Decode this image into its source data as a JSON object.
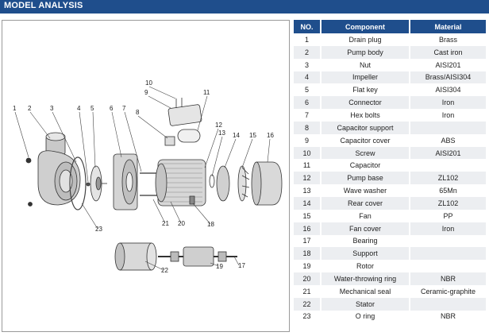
{
  "header": {
    "title": "MODEL ANALYSIS"
  },
  "colors": {
    "header_bg": "#1f4e8c",
    "row_alt": "#eceef1"
  },
  "table": {
    "columns": [
      "NO.",
      "Component",
      "Material"
    ],
    "rows": [
      {
        "no": "1",
        "component": "Drain plug",
        "material": "Brass"
      },
      {
        "no": "2",
        "component": "Pump body",
        "material": "Cast iron"
      },
      {
        "no": "3",
        "component": "Nut",
        "material": "AISI201"
      },
      {
        "no": "4",
        "component": "Impeller",
        "material": "Brass/AISI304"
      },
      {
        "no": "5",
        "component": "Flat key",
        "material": "AISI304"
      },
      {
        "no": "6",
        "component": "Connector",
        "material": "Iron"
      },
      {
        "no": "7",
        "component": "Hex bolts",
        "material": "Iron"
      },
      {
        "no": "8",
        "component": "Capacitor support",
        "material": ""
      },
      {
        "no": "9",
        "component": "Capacitor cover",
        "material": "ABS"
      },
      {
        "no": "10",
        "component": "Screw",
        "material": "AISI201"
      },
      {
        "no": "11",
        "component": "Capacitor",
        "material": ""
      },
      {
        "no": "12",
        "component": "Pump base",
        "material": "ZL102"
      },
      {
        "no": "13",
        "component": "Wave washer",
        "material": "65Mn"
      },
      {
        "no": "14",
        "component": "Rear cover",
        "material": "ZL102"
      },
      {
        "no": "15",
        "component": "Fan",
        "material": "PP"
      },
      {
        "no": "16",
        "component": "Fan cover",
        "material": "Iron"
      },
      {
        "no": "17",
        "component": "Bearing",
        "material": ""
      },
      {
        "no": "18",
        "component": "Support",
        "material": ""
      },
      {
        "no": "19",
        "component": "Rotor",
        "material": ""
      },
      {
        "no": "20",
        "component": "Water-throwing ring",
        "material": "NBR"
      },
      {
        "no": "21",
        "component": "Mechanical seal",
        "material": "Ceramic-graphite"
      },
      {
        "no": "22",
        "component": "Stator",
        "material": ""
      },
      {
        "no": "23",
        "component": "O ring",
        "material": "NBR"
      }
    ]
  },
  "diagram": {
    "callouts": [
      "1",
      "2",
      "3",
      "4",
      "5",
      "6",
      "7",
      "8",
      "9",
      "10",
      "11",
      "12",
      "13",
      "14",
      "15",
      "16",
      "17",
      "18",
      "19",
      "20",
      "21",
      "22",
      "23"
    ]
  }
}
